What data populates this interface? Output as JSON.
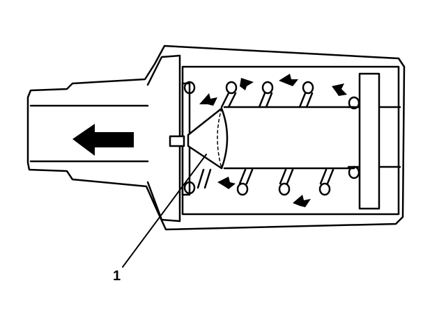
{
  "diagram": {
    "callouts": [
      {
        "label": "1",
        "target": "valve-poppet"
      }
    ],
    "flow_direction": "left",
    "colors": {
      "line": "#000000",
      "background": "#ffffff",
      "fill": "#ffffff"
    }
  }
}
